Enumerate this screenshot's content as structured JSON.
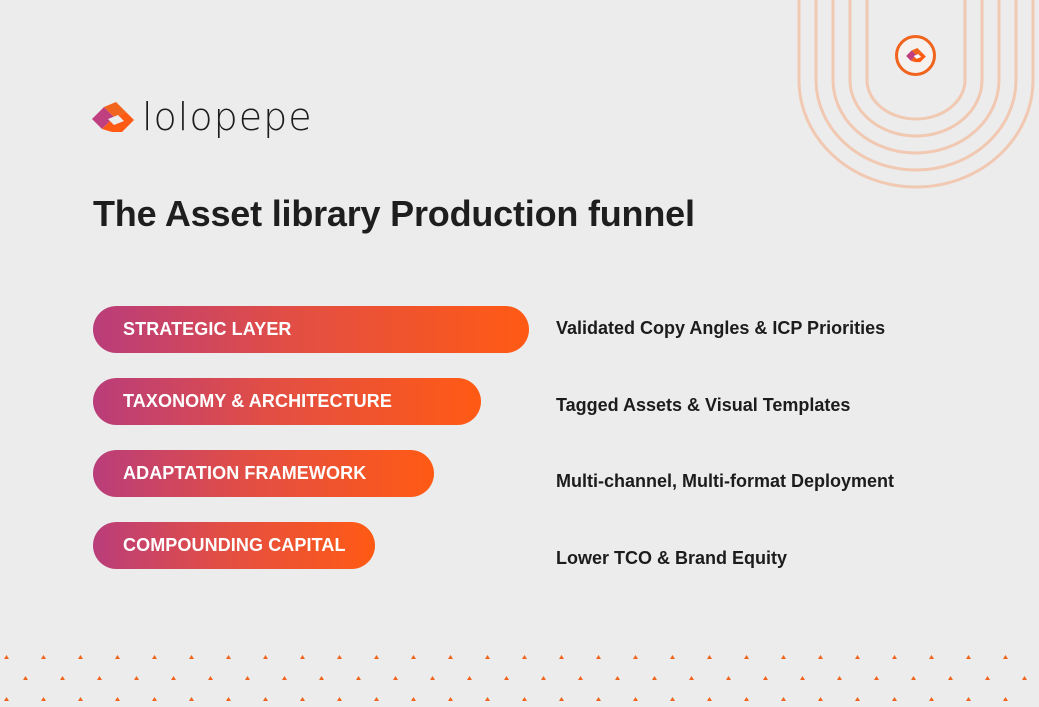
{
  "brand": {
    "name": "lolopepe",
    "accent": "#f0641e",
    "pill_gradient": [
      "#b93d7a",
      "#e24e45",
      "#ff5a14"
    ],
    "arc_color": "#f1c8b1"
  },
  "title": "The Asset library Production funnel",
  "funnel": [
    {
      "layer": "STRATEGIC LAYER",
      "outcome": "Validated Copy Angles & ICP Priorities"
    },
    {
      "layer": "TAXONOMY & ARCHITECTURE",
      "outcome": "Tagged Assets & Visual Templates"
    },
    {
      "layer": "ADAPTATION FRAMEWORK",
      "outcome": "Multi-channel, Multi-format Deployment"
    },
    {
      "layer": "COMPOUNDING CAPITAL",
      "outcome": "Lower TCO & Brand Equity"
    }
  ]
}
